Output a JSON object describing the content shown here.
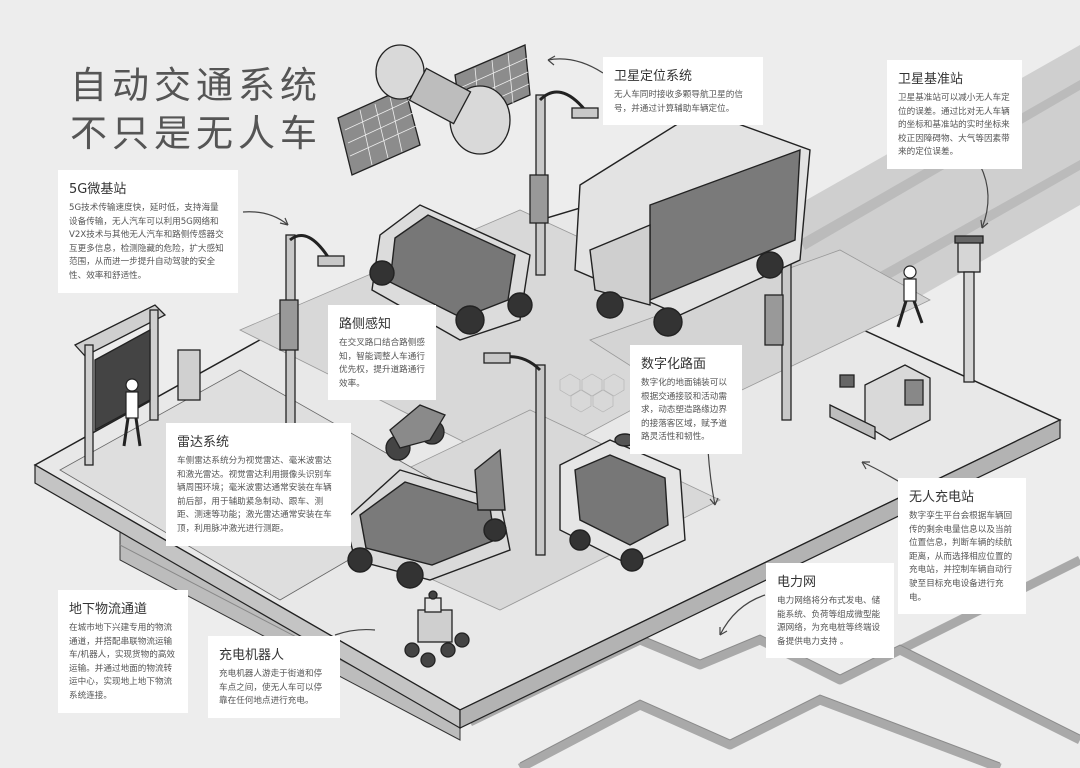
{
  "title": {
    "line1": "自动交通系统",
    "line2": "不只是无人车"
  },
  "callouts": [
    {
      "id": "satellite",
      "heading": "卫星定位系统",
      "body": "无人车同时接收多颗导航卫星的信号，并通过计算辅助车辆定位。"
    },
    {
      "id": "base-station",
      "heading": "卫星基准站",
      "body": "卫星基准站可以减小无人车定位的误差。通过比对无人车辆的坐标和基准站的实时坐标来校正因障碍物、大气等因素带来的定位误差。"
    },
    {
      "id": "5g",
      "heading": "5G微基站",
      "body": "5G技术传输速度快，延时低，支持海量设备传输，无人汽车可以利用5G网络和V2X技术与其他无人汽车和路侧传感器交互更多信息，检测隐藏的危险，扩大感知范围，从而进一步提升自动驾驶的安全性、效率和舒适性。"
    },
    {
      "id": "roadside",
      "heading": "路侧感知",
      "body": "在交叉路口结合路侧感知，智能调整人车通行优先权，提升道路通行效率。"
    },
    {
      "id": "digital-road",
      "heading": "数字化路面",
      "body": "数字化的地面铺装可以根据交通接驳和活动需求，动态塑造路缘边界的接落客区域，赋予道路灵活性和韧性。"
    },
    {
      "id": "radar",
      "heading": "雷达系统",
      "body": "车侧雷达系统分为视觉雷达、毫米波雷达和激光雷达。视觉雷达利用摄像头识别车辆周围环境；毫米波雷达通常安装在车辆前后部，用于辅助紧急制动、跟车、测距、测速等功能；激光雷达通常安装在车顶，利用脉冲激光进行测距。"
    },
    {
      "id": "charging-station",
      "heading": "无人充电站",
      "body": "数字孪生平台会根据车辆回传的剩余电量信息以及当前位置信息，判断车辆的续航距离，从而选择相应位置的充电站，并控制车辆自动行驶至目标充电设备进行充电。"
    },
    {
      "id": "power-grid",
      "heading": "电力网",
      "body": "电力网络将分布式发电、储能系统、负荷等组成微型能源网络，为充电桩等终端设备提供电力支持 。"
    },
    {
      "id": "logistics",
      "heading": "地下物流通道",
      "body": "在城市地下兴建专用的物流通道，并搭配串联物流运输车/机器人，实现货物的高效运输。并通过地面的物流转运中心，实现地上地下物流系统连接。"
    },
    {
      "id": "charging-robot",
      "heading": "充电机器人",
      "body": "充电机器人游走于街道和停车点之间，使无人车可以停靠在任何地点进行充电。"
    }
  ],
  "palette": {
    "background": "#ededed",
    "platform_top": "#e6e6e6",
    "platform_side": "#bdbdbd",
    "outline": "#1e1e1e",
    "panel_text": "#555555"
  },
  "icons": [
    "satellite-icon",
    "street-lamp-icon",
    "autonomous-bus-icon",
    "autonomous-truck-icon",
    "motorcycle-icon",
    "delivery-robot-icon",
    "charging-robot-icon",
    "base-station-icon",
    "charging-station-icon",
    "bus-shelter-icon",
    "pedestrian-icon"
  ]
}
